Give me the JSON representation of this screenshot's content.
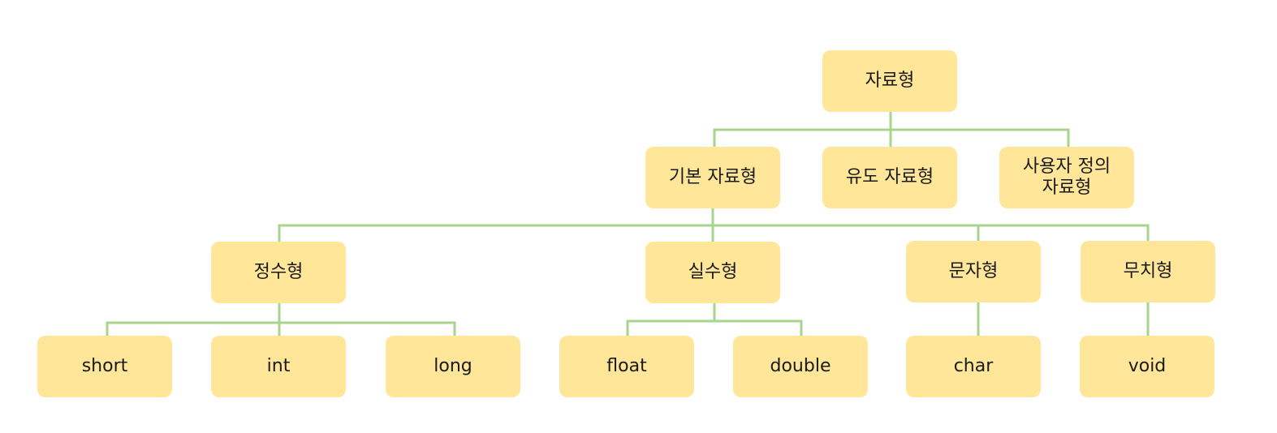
{
  "colors": {
    "node_fill": "#ffe699",
    "connector": "#a8d58e",
    "text": "#1a1a1a"
  },
  "tree": {
    "root": {
      "label": "자료형"
    },
    "level1": {
      "basic": "기본 자료형",
      "derived": "유도 자료형",
      "user_defined": "사용자 정의\n자료형"
    },
    "level2": {
      "integer": "정수형",
      "real": "실수형",
      "character": "문자형",
      "void": "무치형"
    },
    "level3": {
      "short": "short",
      "int": "int",
      "long": "long",
      "float": "float",
      "double": "double",
      "char": "char",
      "void": "void"
    }
  }
}
